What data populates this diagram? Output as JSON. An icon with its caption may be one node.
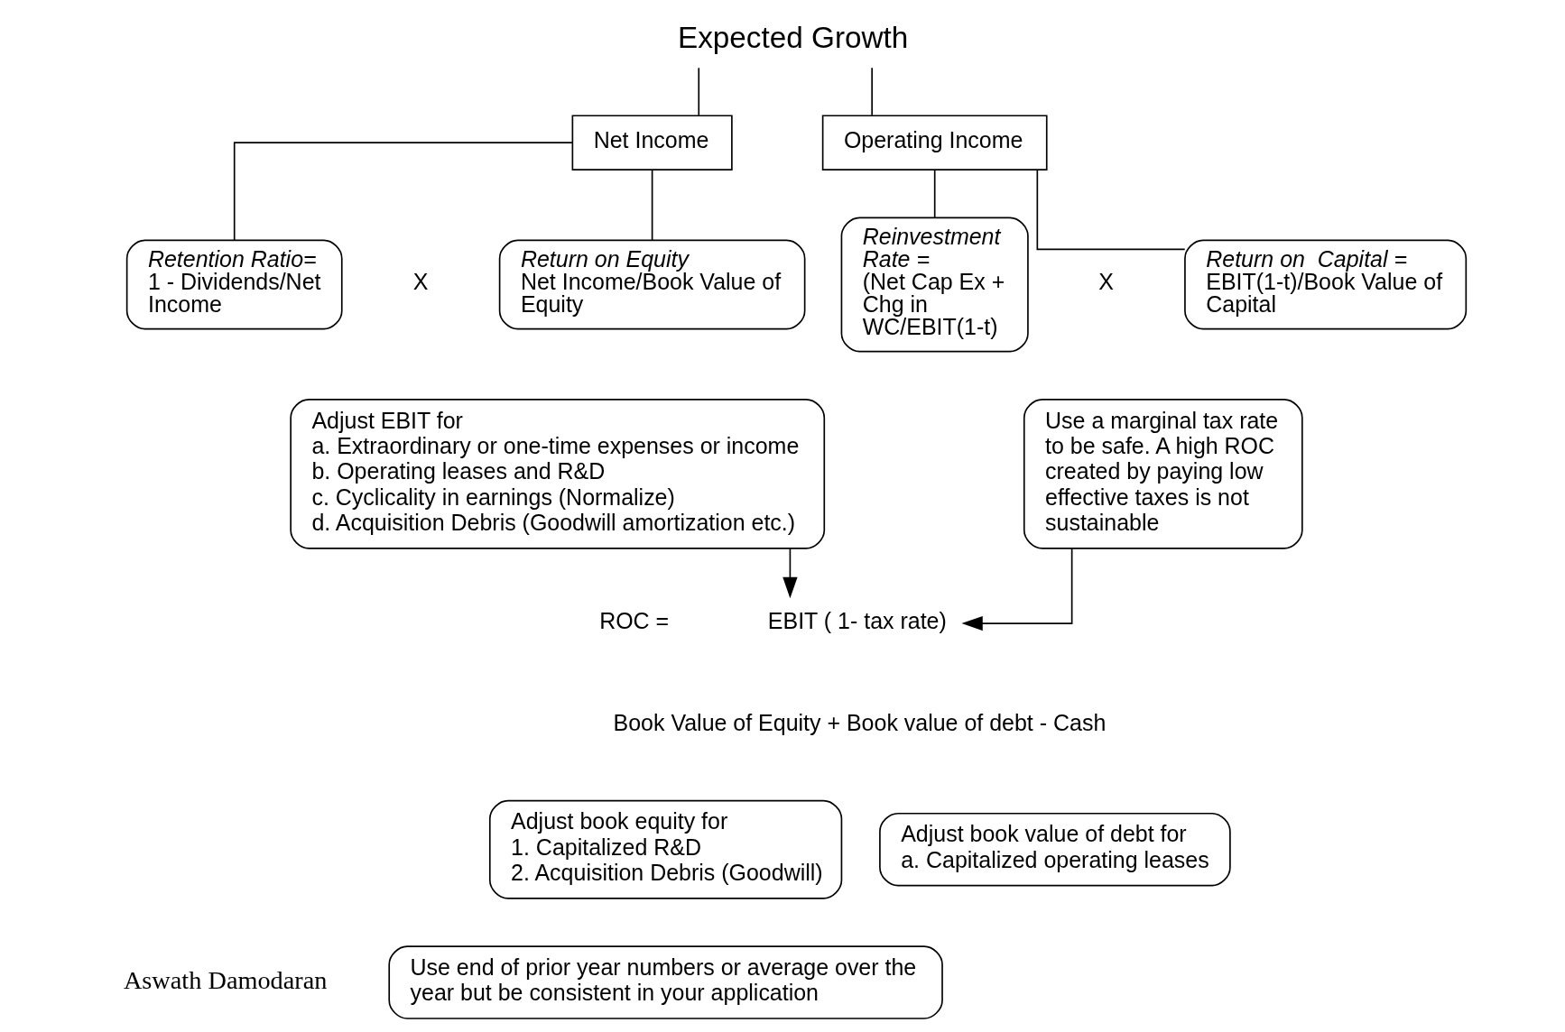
{
  "diagram": {
    "nodes": [
      {
        "text": [
          "Expected Growth"
        ]
      },
      {
        "text": [
          "Net Income"
        ]
      },
      {
        "text": [
          "Operating Income"
        ]
      },
      {
        "text": [
          "Retention Ratio=",
          "1 - Dividends/Net Income"
        ]
      },
      {
        "text": [
          "Return on Equity",
          "Net Income/Book Value of Equity"
        ]
      },
      {
        "text": [
          "Reinvestment Rate =",
          "(Net Cap Ex + Chg in WC/EBIT(1-t)"
        ]
      },
      {
        "text": [
          "Return on  Capital =",
          "EBIT(1-t)/Book Value of Capital"
        ]
      },
      {
        "text": [
          "Adjust EBIT for",
          "a. Extraordinary or one-time expenses or income",
          "b. Operating leases and R&D",
          "c. Cyclicality in earnings (Normalize)",
          "d. Acquisition Debris (Goodwill amortization etc.)"
        ]
      },
      {
        "text": [
          "Use a marginal tax rate to be safe. A high ROC created by paying low effective taxes is not sustainable"
        ]
      },
      {
        "text": [
          "EBIT ( 1- tax rate)"
        ]
      },
      {
        "text": [
          "Adjust book equity for",
          "1. Capitalized R&D",
          "2. Acquisition Debris (Goodwill)"
        ]
      },
      {
        "text": [
          "Adjust book value of debt for",
          "a. Capitalized operating leases"
        ]
      },
      {
        "text": [
          "Use end of prior year numbers or average over the year but be consistent in your application"
        ]
      }
    ],
    "edges": [
      {
        "from": 0,
        "to": 1,
        "arrow": "none"
      },
      {
        "from": 0,
        "to": 2,
        "arrow": "none"
      },
      {
        "from": 1,
        "to": 3,
        "arrow": "none"
      },
      {
        "from": 1,
        "to": 4,
        "arrow": "none"
      },
      {
        "from": 2,
        "to": 5,
        "arrow": "none"
      },
      {
        "from": 2,
        "to": 6,
        "arrow": "none"
      },
      {
        "from": 7,
        "to": 9,
        "arrow": "to"
      },
      {
        "from": 8,
        "to": 9,
        "arrow": "to"
      }
    ],
    "labels": [
      "X",
      "X",
      "ROC =",
      "Book Value of Equity + Book value of debt - Cash",
      "Aswath Damodaran"
    ]
  }
}
